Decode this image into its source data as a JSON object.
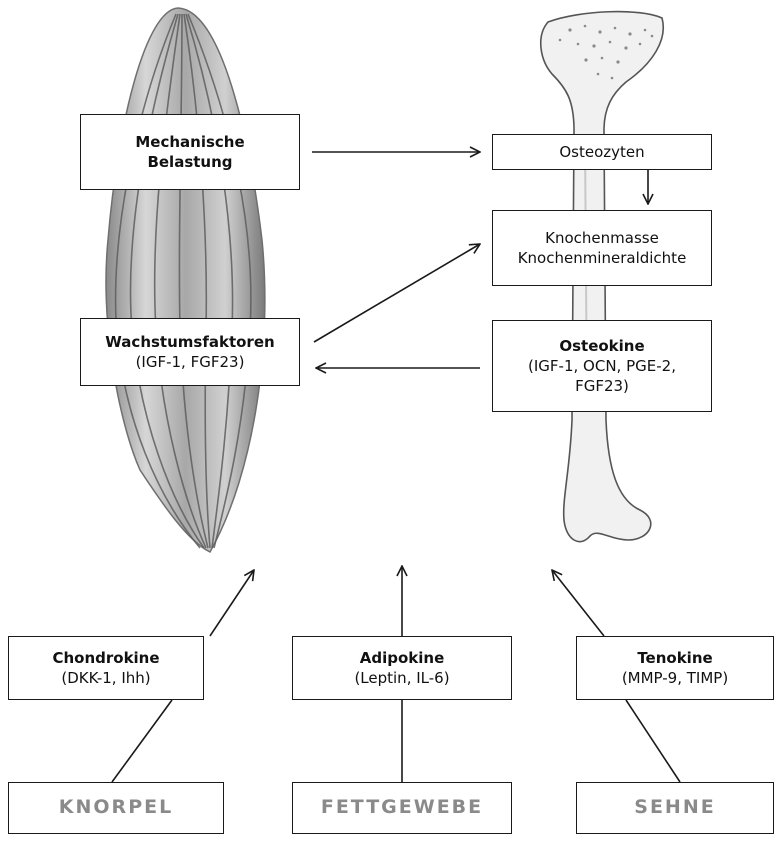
{
  "boxes": {
    "mechanical": {
      "line1": "Mechanische",
      "line2": "Belastung"
    },
    "osteocytes": {
      "label": "Osteozyten"
    },
    "bone_mass": {
      "line1": "Knochenmasse",
      "line2": "Knochenmineraldichte"
    },
    "growth_factors": {
      "title": "Wachstumsfaktoren",
      "detail": "(IGF-1, FGF23)"
    },
    "osteokines": {
      "title": "Osteokine",
      "detail1": "(IGF-1, OCN, PGE-2,",
      "detail2": "FGF23)"
    },
    "chondrokines": {
      "title": "Chondrokine",
      "detail": "(DKK-1, Ihh)"
    },
    "adipokines": {
      "title": "Adipokine",
      "detail": "(Leptin, IL-6)"
    },
    "tenokines": {
      "title": "Tenokine",
      "detail": "(MMP-9, TIMP)"
    }
  },
  "tissues": {
    "cartilage": "KNORPEL",
    "fat": "FETTGEWEBE",
    "tendon": "SEHNE"
  },
  "colors": {
    "line": "#1a1a1a",
    "muscle_dark": "#6f6f6f",
    "muscle_light": "#c9c9c9",
    "bone_fill": "#f1f1f1",
    "bone_stroke": "#555555",
    "tissue_text": "#8a8a8a"
  },
  "illustrations": [
    "muscle-illustration",
    "bone-illustration"
  ]
}
